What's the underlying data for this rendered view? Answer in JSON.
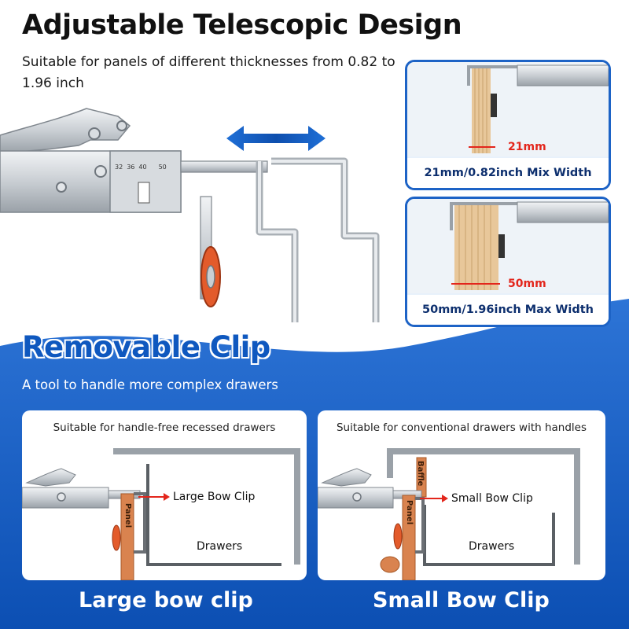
{
  "header": {
    "title": "Adjustable Telescopic Design",
    "subtitle": "Suitable for panels of different thicknesses from 0.82 to 1.96 inch"
  },
  "main_tool": {
    "scale_marks": [
      "32",
      "36",
      "40",
      "50"
    ]
  },
  "insets": [
    {
      "dimension": "21mm",
      "caption": "21mm/0.82inch Mix Width"
    },
    {
      "dimension": "50mm",
      "caption": "50mm/1.96inch Max Width"
    }
  ],
  "section2": {
    "title": "Removable Clip",
    "subtitle": "A tool to handle more complex drawers"
  },
  "panels": [
    {
      "label": "Suitable for handle-free recessed drawers",
      "clip_label": "Large Bow Clip",
      "panel_text": "Panel",
      "drawers_label": "Drawers",
      "caption": "Large bow clip"
    },
    {
      "label": "Suitable for conventional drawers with handles",
      "clip_label": "Small Bow Clip",
      "panel_text": "Panel",
      "baffle_text": "Baffle",
      "drawers_label": "Drawers",
      "caption": "Small Bow Clip"
    }
  ],
  "colors": {
    "brand_blue": "#1d63c6",
    "dimension_red": "#e3261c",
    "panel_orange": "#d9834f"
  }
}
